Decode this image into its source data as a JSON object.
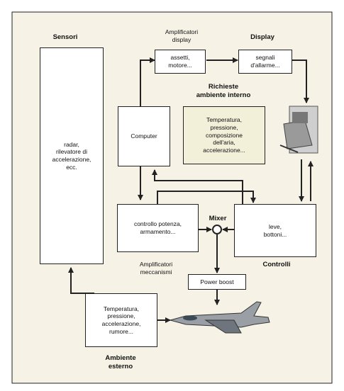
{
  "labels": {
    "sensors_title": "Sensori",
    "amp_display_title": "Amplificatori\ndisplay",
    "display_title": "Display",
    "internal_env_title": "Richieste\nambiente interno",
    "mixer_title": "Mixer",
    "amp_mech_title": "Amplificatori\nmeccanismi",
    "controls_title": "Controlli",
    "external_env_title": "Ambiente\nesterno"
  },
  "boxes": {
    "sensors": "radar,\nrilevatore di\naccelerazione,\necc.",
    "attitude": "assetti,\nmotore...",
    "signals": "segnali\nd'allarme...",
    "computer": "Computer",
    "internal_env": "Temperatura,\npressione,\ncomposizione\ndell'aria,\naccelerazione...",
    "power_control": "controllo potenza,\narmamento...",
    "levers": "leve,\nbottoni...",
    "power_boost": "Power boost",
    "external_env": "Temperatura,\npressione,\naccelerazione,\nrumore..."
  },
  "colors": {
    "frame_fill": "#f6f3e6",
    "internal_env_fill": "#f3f0da",
    "line": "#222222"
  }
}
